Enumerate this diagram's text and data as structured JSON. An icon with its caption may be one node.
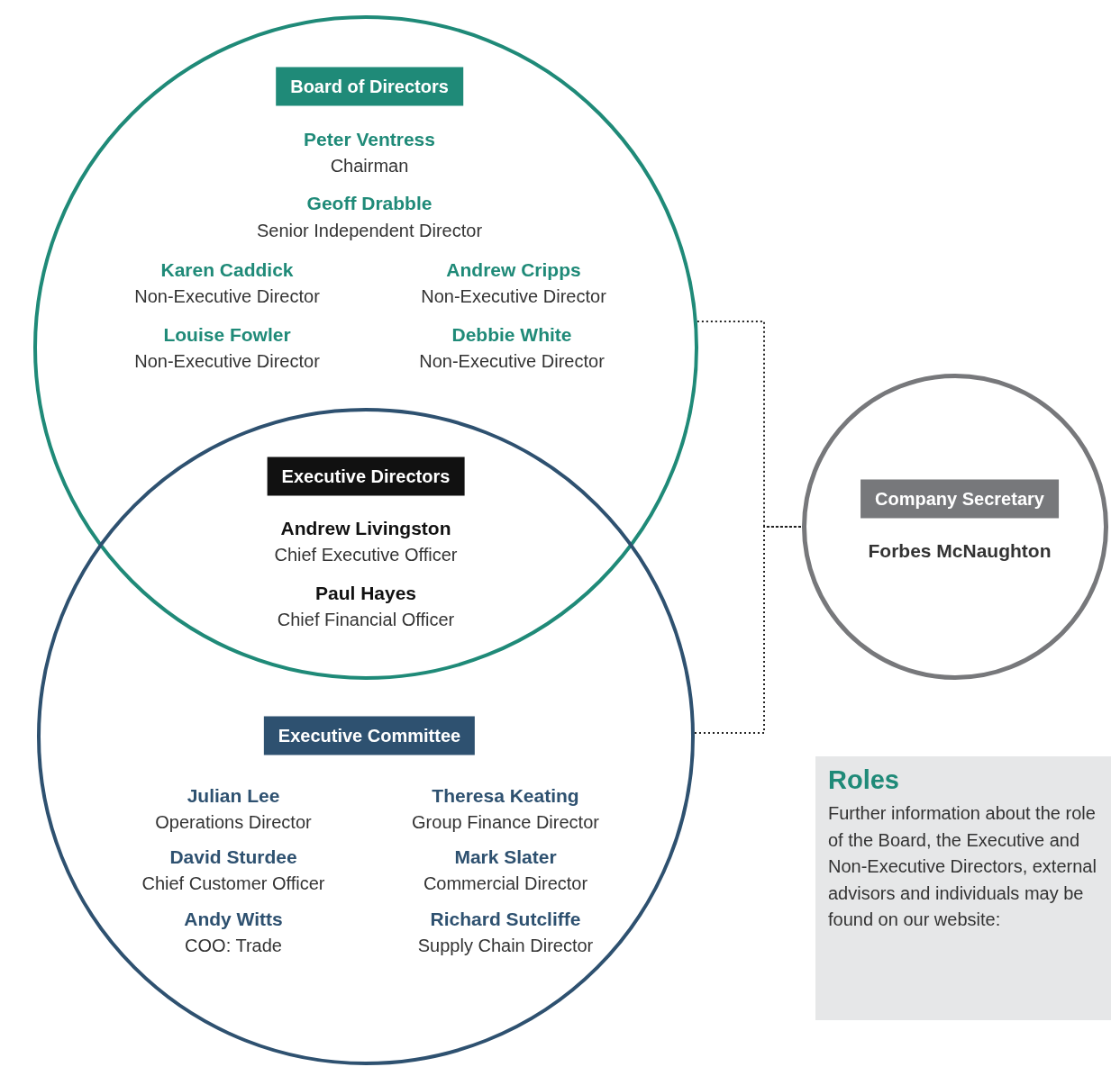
{
  "diagram": {
    "nodes": [
      {
        "text": [
          "Board of Directors",
          "Peter Ventress",
          "Chairman",
          "Geoff Drabble",
          "Senior Independent Director",
          "Karen Caddick",
          "Non-Executive Director",
          "Andrew Cripps",
          "Non-Executive Director",
          "Louise Fowler",
          "Non-Executive Director",
          "Debbie White",
          "Non-Executive Director"
        ]
      },
      {
        "text": [
          "Executive Committee",
          "Julian Lee",
          "Operations Director",
          "Theresa Keating",
          "Group Finance Director",
          "David Sturdee",
          "Chief Customer Officer",
          "Mark Slater",
          "Commercial Director",
          "Andy Witts",
          "COO: Trade",
          "Richard Sutcliffe",
          "Supply Chain Director"
        ]
      },
      {
        "text": [
          "Executive Directors"
        ]
      },
      {
        "text": [
          "Company Secretary",
          "Forbes McNaughton"
        ]
      },
      {
        "text": [
          "Roles",
          "Further information about the role of the Board, the Executive and Non-Executive Directors, external advisors and individuals may be found on our website:"
        ]
      }
    ],
    "edges": [
      {
        "from": 0,
        "to": 3,
        "arrow": "none",
        "style": "dashed"
      },
      {
        "from": 1,
        "to": 3,
        "arrow": "none",
        "style": "dashed"
      }
    ],
    "labels": [
      "Andrew Livingston",
      "Chief Executive Officer",
      "Paul Hayes",
      "Chief Financial Officer"
    ]
  }
}
